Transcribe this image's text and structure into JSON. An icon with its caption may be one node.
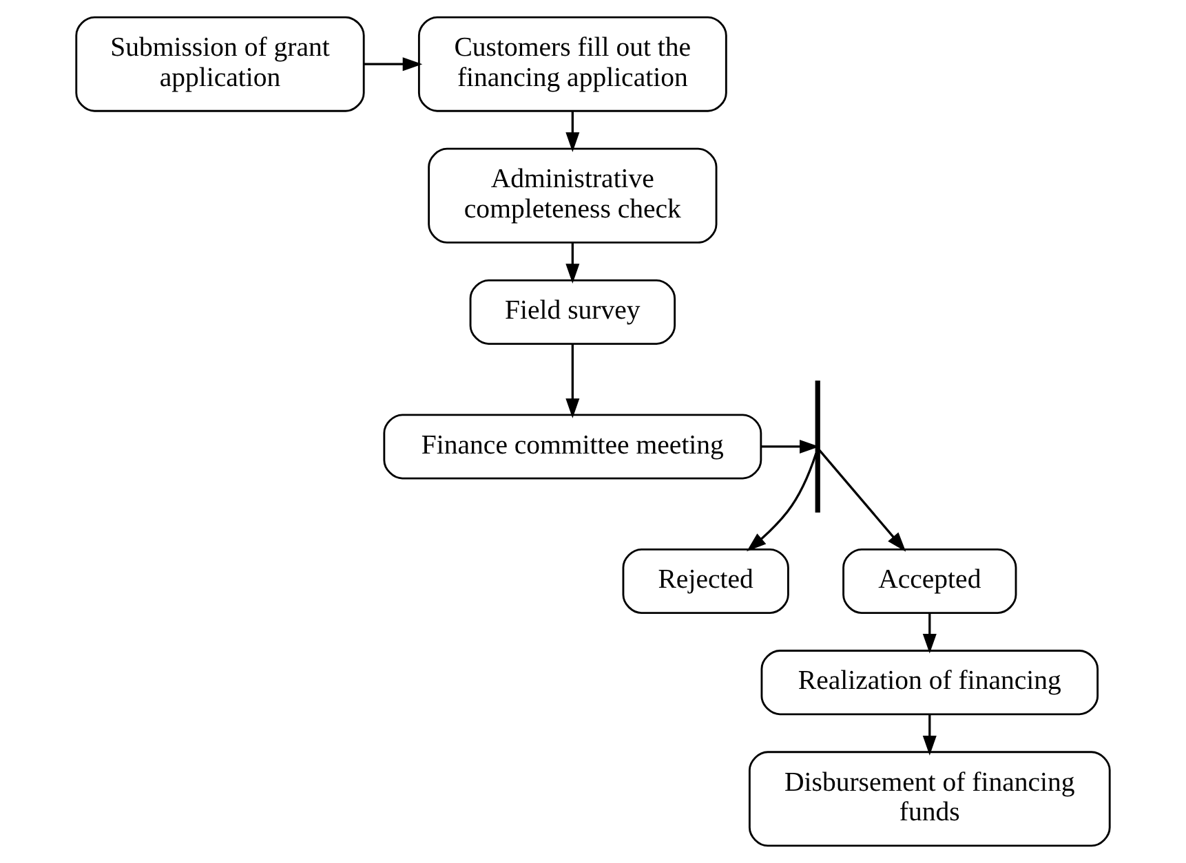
{
  "diagram": {
    "nodes": [
      {
        "text": [
          "Submission of grant application"
        ]
      },
      {
        "text": [
          "Customers fill out the financing application"
        ]
      },
      {
        "text": [
          "Administrative completeness check"
        ]
      },
      {
        "text": [
          "Field survey"
        ]
      },
      {
        "text": [
          "Finance committee meeting"
        ]
      },
      {
        "text": [],
        "shape": "bar"
      },
      {
        "text": [
          "Rejected"
        ]
      },
      {
        "text": [
          "Accepted"
        ]
      },
      {
        "text": [
          "Realization of financing"
        ]
      },
      {
        "text": [
          "Disbursement of financing funds"
        ]
      }
    ],
    "edges": [
      {
        "from": 0,
        "to": 1,
        "arrow": "to"
      },
      {
        "from": 1,
        "to": 2,
        "arrow": "to"
      },
      {
        "from": 2,
        "to": 3,
        "arrow": "to"
      },
      {
        "from": 3,
        "to": 4,
        "arrow": "to"
      },
      {
        "from": 4,
        "to": 5,
        "arrow": "to"
      },
      {
        "from": 5,
        "to": 6,
        "arrow": "to"
      },
      {
        "from": 5,
        "to": 7,
        "arrow": "to"
      },
      {
        "from": 7,
        "to": 8,
        "arrow": "to"
      },
      {
        "from": 8,
        "to": 9,
        "arrow": "to"
      }
    ]
  }
}
